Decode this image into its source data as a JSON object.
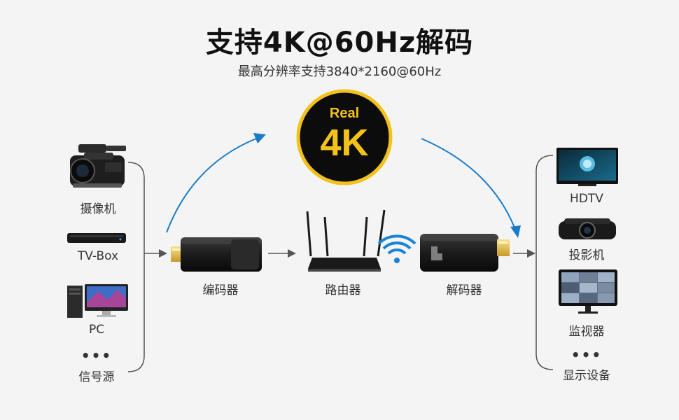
{
  "header": {
    "title": "支持4K@60Hz解码",
    "subtitle": "最高分辨率支持3840*2160@60Hz"
  },
  "badge": {
    "line1": "Real",
    "line2": "4K"
  },
  "sources": {
    "items": [
      {
        "label": "摄像机",
        "icon": "camcorder-icon"
      },
      {
        "label": "TV-Box",
        "icon": "tv-box-icon"
      },
      {
        "label": "PC",
        "icon": "desktop-pc-icon"
      }
    ],
    "more": "•••",
    "group_label": "信号源"
  },
  "pipeline": {
    "encoder": "编码器",
    "router": "路由器",
    "decoder": "解码器"
  },
  "displays": {
    "items": [
      {
        "label": "HDTV",
        "icon": "hdtv-icon"
      },
      {
        "label": "投影机",
        "icon": "projector-icon"
      },
      {
        "label": "监视器",
        "icon": "monitor-icon"
      }
    ],
    "more": "•••",
    "group_label": "显示设备"
  },
  "colors": {
    "arc_arrow": "#1a7cc9",
    "badge_ring": "#f3c21a",
    "badge_text": "#f3c21a",
    "badge_fill": "#0c0c0c",
    "wifi": "#1a82d6"
  }
}
